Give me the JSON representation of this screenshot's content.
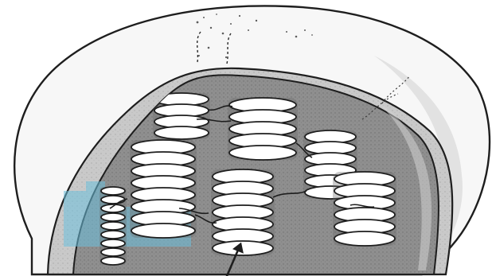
{
  "figure": {
    "subject": "",
    "colors": {
      "ink": "#1e1e1e",
      "paper": "#ffffff",
      "outer_membrane_fill": "#f7f7f7",
      "inner_fill": "#c9c9c9",
      "stroma_fill": "#9a9a9a",
      "disc_fill": "#ffffff",
      "watermark": "#6cc0dc"
    },
    "grana": [
      {
        "stack": "left-large",
        "discs": 8
      },
      {
        "stack": "left-small",
        "discs": 9
      },
      {
        "stack": "top-left",
        "discs": 4
      },
      {
        "stack": "top-middle",
        "discs": 5
      },
      {
        "stack": "center",
        "discs": 7
      },
      {
        "stack": "right-upper",
        "discs": 6
      },
      {
        "stack": "right-lower",
        "discs": 6
      }
    ],
    "pointer": "arrow"
  }
}
